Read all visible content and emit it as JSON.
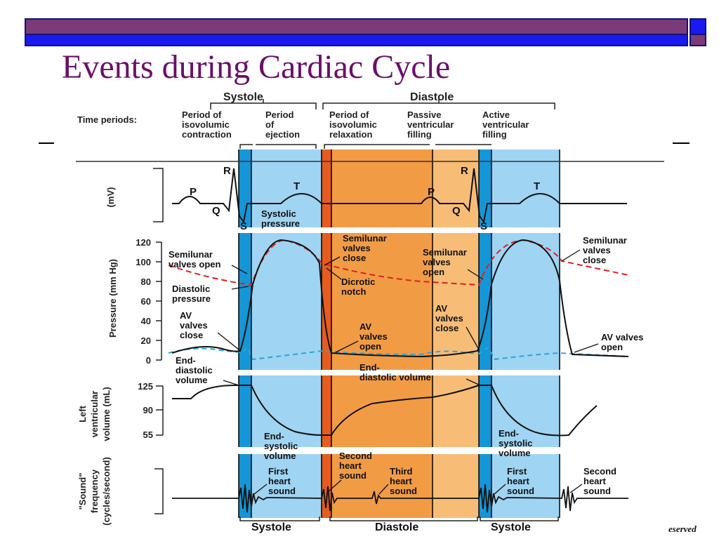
{
  "slide": {
    "title": "Events during Cardiac Cycle",
    "footer_fragment": "eserved"
  },
  "colors": {
    "title": "#6b0f6b",
    "bar_purple": "#7a3b78",
    "bar_blue": "#1a1af0",
    "systole_dark": "#1596d6",
    "systole_light": "#9fd4f3",
    "relax": "#e65c1e",
    "fill_mid": "#f29b45",
    "fill_light": "#f7bd76",
    "pressure_dashed": "#e02020",
    "atrial_dashed": "#2ba6d8"
  },
  "diagram": {
    "header": {
      "systole": "Systole",
      "diastole": "Diastole",
      "time_periods": "Time periods:",
      "periods": [
        [
          "Period of",
          "isovolumic",
          "contraction"
        ],
        [
          "Period",
          "of",
          "ejection"
        ],
        [
          "Period of",
          "isovolumic",
          "relaxation"
        ],
        [
          "Passive",
          "ventricular",
          "filling"
        ],
        [
          "Active",
          "ventricular",
          "filling"
        ]
      ]
    },
    "ecg": {
      "axis_label": "(mV)",
      "waves": [
        "P",
        "Q",
        "R",
        "S",
        "T",
        "P",
        "Q",
        "R",
        "S",
        "T"
      ]
    },
    "pressure": {
      "axis_label": "Pressure (mm Hg)",
      "ticks": [
        "120",
        "100",
        "80",
        "60",
        "40",
        "20",
        "0"
      ],
      "labels": {
        "systolic": [
          "Systolic",
          "pressure"
        ],
        "semilunar_open_1": [
          "Semilunar",
          "valves open"
        ],
        "diastolic": [
          "Diastolic",
          "pressure"
        ],
        "av_close_1": [
          "AV",
          "valves",
          "close"
        ],
        "semilunar_close_1": [
          "Semilunar",
          "valves",
          "close"
        ],
        "dicrotic": [
          "Dicrotic",
          "notch"
        ],
        "av_open_1": [
          "AV",
          "valves",
          "open"
        ],
        "semilunar_open_2": [
          "Semilunar",
          "valves",
          "open"
        ],
        "av_close_2": [
          "AV",
          "valves",
          "close"
        ],
        "semilunar_close_2": [
          "Semilunar",
          "valves",
          "close"
        ],
        "av_open_2": [
          "AV valves",
          "open"
        ]
      }
    },
    "volume": {
      "axis_label_lines": [
        "Left",
        "ventricular",
        "volume (mL)"
      ],
      "ticks": [
        "125",
        "90",
        "55"
      ],
      "labels": {
        "edv_1": [
          "End-",
          "diastolic",
          "volume"
        ],
        "esv_1": [
          "End-",
          "systolic",
          "volume"
        ],
        "edv_2": [
          "End-",
          "diastolic volume"
        ],
        "esv_2": [
          "End-",
          "systolic",
          "volume"
        ]
      }
    },
    "sound": {
      "axis_label_lines": [
        "\"Sound\"",
        "frequency",
        "(cycles/second)"
      ],
      "labels": {
        "first_1": [
          "First",
          "heart",
          "sound"
        ],
        "second_1": [
          "Second",
          "heart",
          "sound"
        ],
        "third": [
          "Third",
          "heart",
          "sound"
        ],
        "first_2": [
          "First",
          "heart",
          "sound"
        ],
        "second_2": [
          "Second",
          "heart",
          "sound"
        ]
      }
    },
    "bottom": [
      "Systole",
      "Diastole",
      "Systole"
    ]
  }
}
